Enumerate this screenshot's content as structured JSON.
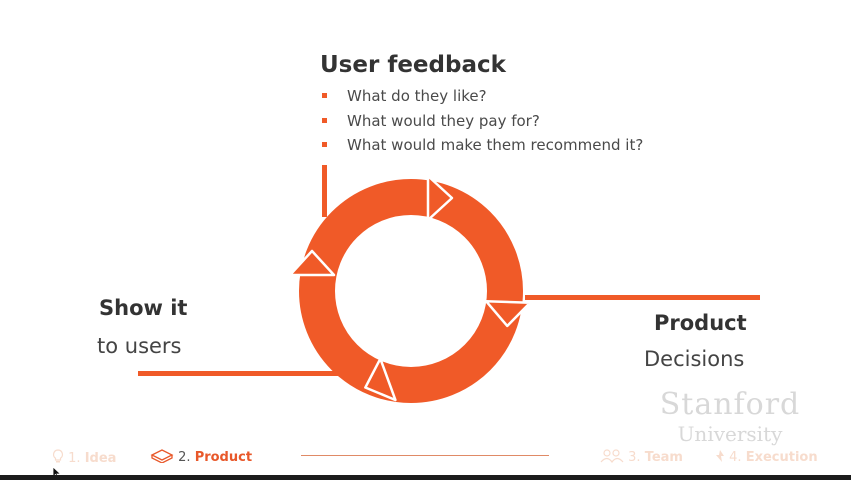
{
  "diagram": {
    "top": {
      "title": "User feedback",
      "bullets": [
        "What do they like?",
        "What would they pay for?",
        "What would make them recommend it?"
      ]
    },
    "left": {
      "title": "Show it",
      "subtitle": "to users"
    },
    "right": {
      "title": "Product",
      "subtitle": "Decisions"
    },
    "colors": {
      "accent": "#f05a28",
      "text": "#333333"
    }
  },
  "watermark": {
    "line1": "Stanford",
    "line2": "University"
  },
  "nav": {
    "items": [
      {
        "number": "1.",
        "label": "Idea",
        "icon": "lightbulb-icon",
        "state": "faded"
      },
      {
        "number": "2.",
        "label": "Product",
        "icon": "product-box-icon",
        "state": "active"
      },
      {
        "number": "3.",
        "label": "Team",
        "icon": "team-icon",
        "state": "faded"
      },
      {
        "number": "4.",
        "label": "Execution",
        "icon": "execution-icon",
        "state": "faded"
      }
    ]
  }
}
